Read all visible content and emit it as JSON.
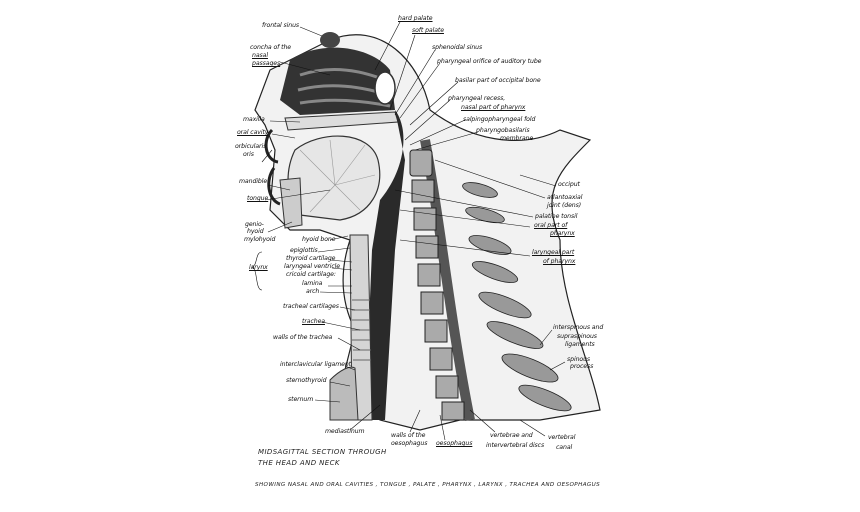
{
  "labels": {
    "frontal_sinus": "frontal sinus",
    "concha_1": "concha of the",
    "concha_2": "nasal",
    "concha_3": "passages",
    "maxilla": "maxilla",
    "oral_cavity": "oral cavity",
    "orbicularis_1": "orbicularis",
    "orbicularis_2": "oris",
    "mandible": "mandible",
    "tongue": "tongue",
    "geniohyoid_1": "genio-",
    "geniohyoid_2": "hyoid",
    "mylohyoid": "mylohyoid",
    "hyoid_bone": "hyoid bone",
    "epiglottis": "epiglottis",
    "thyroid_cartilage": "thyroid cartilage",
    "laryngeal_ventricle": "laryngeal ventricle",
    "cricoid_cartilage": "cricoid cartilage:",
    "lamina": "lamina",
    "arch": "arch",
    "larynx": "larynx",
    "tracheal_cartilages": "tracheal cartilages",
    "trachea": "trachea",
    "walls_trachea": "walls of the trachea",
    "interclavicular": "interclavicular ligament",
    "sternothyroid": "sternothyroid",
    "sternum": "sternum",
    "mediastinum": "mediastinum",
    "walls_oesophagus_1": "walls of the",
    "walls_oesophagus_2": "oesophagus",
    "oesophagus": "oesophagus",
    "vertebrae_1": "vertebrae and",
    "vertebrae_2": "intervertebral discs",
    "vertebral_canal_1": "vertebral",
    "vertebral_canal_2": "canal",
    "hard_palate": "hard palate",
    "soft_palate": "soft palate",
    "sphenoidal_sinus": "sphenoidal sinus",
    "auditory_tube": "pharyngeal orifice of auditory tube",
    "basilar": "basilar part of occipital bone",
    "pharyngeal_recess": "pharyngeal recess,",
    "nasal_pharynx": "nasal part of pharynx",
    "salpingo": "salpingopharyngeal fold",
    "pharyngobasilaris_1": "pharyngobasilaris",
    "pharyngobasilaris_2": "membrane",
    "occiput": "occiput",
    "atlantoaxial_1": "atlantoaxial",
    "atlantoaxial_2": "joint (dens)",
    "palatine_tonsil": "palatine tonsil",
    "oral_pharynx_1": "oral part of",
    "oral_pharynx_2": "pharynx",
    "laryngeal_pharynx_1": "laryngeal part",
    "laryngeal_pharynx_2": "of pharynx",
    "interspinous_1": "interspinous and",
    "interspinous_2": "supraspinous",
    "interspinous_3": "ligaments",
    "spinous_1": "spinous",
    "spinous_2": "process"
  },
  "caption": {
    "title_1": "MIDSAGITTAL SECTION THROUGH",
    "title_2": "THE HEAD AND NECK",
    "subtitle": "SHOWING NASAL AND ORAL CAVITIES , TONGUE , PALATE , PHARYNX , LARYNX , TRACHEA AND OESOPHAGUS"
  }
}
